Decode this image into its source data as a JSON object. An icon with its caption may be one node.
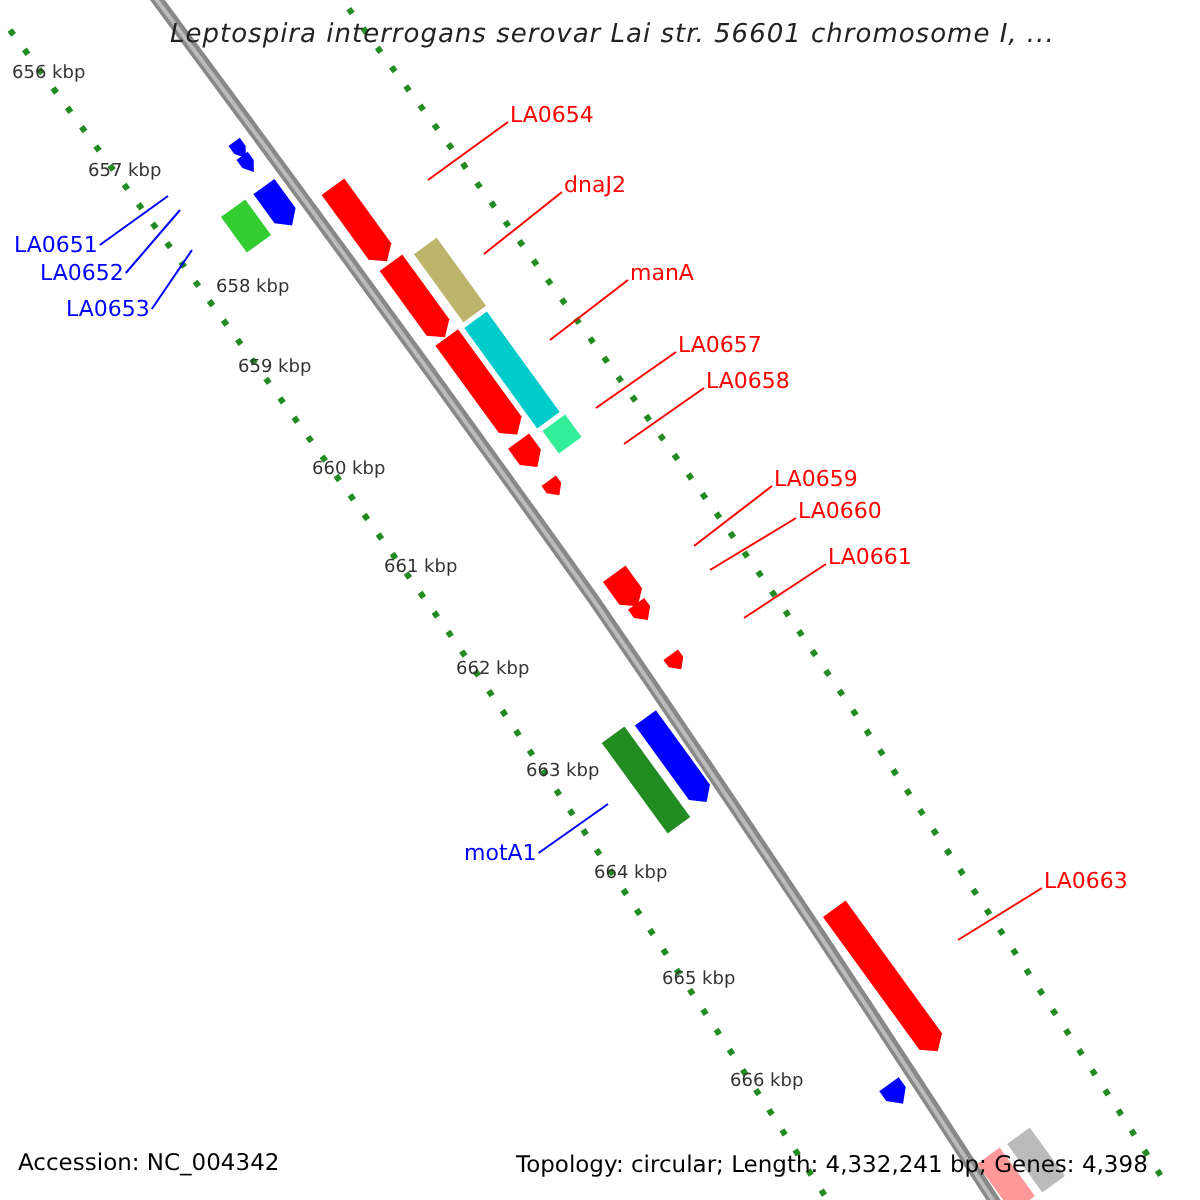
{
  "diagram": {
    "title": "Leptospira interrogans serovar Lai str. 56601 chromosome I, ...",
    "nodes": [
      {
        "text": [
          "LA0654"
        ]
      },
      {
        "text": [
          "dnaJ2"
        ]
      },
      {
        "text": [
          "LA0651"
        ]
      },
      {
        "text": [
          "LA0652"
        ]
      },
      {
        "text": [
          "manA"
        ]
      },
      {
        "text": [
          "LA0653"
        ]
      },
      {
        "text": [
          "LA0657"
        ]
      },
      {
        "text": [
          "LA0658"
        ]
      },
      {
        "text": [
          "LA0659"
        ]
      },
      {
        "text": [
          "LA0660"
        ]
      },
      {
        "text": [
          "LA0661"
        ]
      },
      {
        "text": [
          "motA1"
        ]
      },
      {
        "text": [
          "LA0663"
        ]
      }
    ],
    "edges": [
      {
        "from": 0,
        "to": null,
        "arrow": "none"
      },
      {
        "from": 1,
        "to": null,
        "arrow": "none"
      },
      {
        "from": 2,
        "to": null,
        "arrow": "none",
        "color": "#0000ff"
      },
      {
        "from": 3,
        "to": null,
        "arrow": "none",
        "color": "#0000ff"
      },
      {
        "from": 4,
        "to": null,
        "arrow": "none"
      },
      {
        "from": 5,
        "to": null,
        "arrow": "none",
        "color": "#0000ff"
      },
      {
        "from": 6,
        "to": null,
        "arrow": "none"
      },
      {
        "from": 7,
        "to": null,
        "arrow": "none"
      },
      {
        "from": 8,
        "to": null,
        "arrow": "none"
      },
      {
        "from": 9,
        "to": null,
        "arrow": "none"
      },
      {
        "from": 10,
        "to": null,
        "arrow": "none"
      },
      {
        "from": 11,
        "to": null,
        "arrow": "none",
        "color": "#0000ff"
      },
      {
        "from": 12,
        "to": null,
        "arrow": "none"
      }
    ],
    "labels": [
      "656 kbp",
      "657 kbp",
      "658 kbp",
      "659 kbp",
      "660 kbp",
      "661 kbp",
      "662 kbp",
      "663 kbp",
      "664 kbp",
      "665 kbp",
      "666 kbp",
      "Accession: NC_004342",
      "Topology: circular; Length: 4,332,241 bp; Genes: 4,398"
    ]
  }
}
